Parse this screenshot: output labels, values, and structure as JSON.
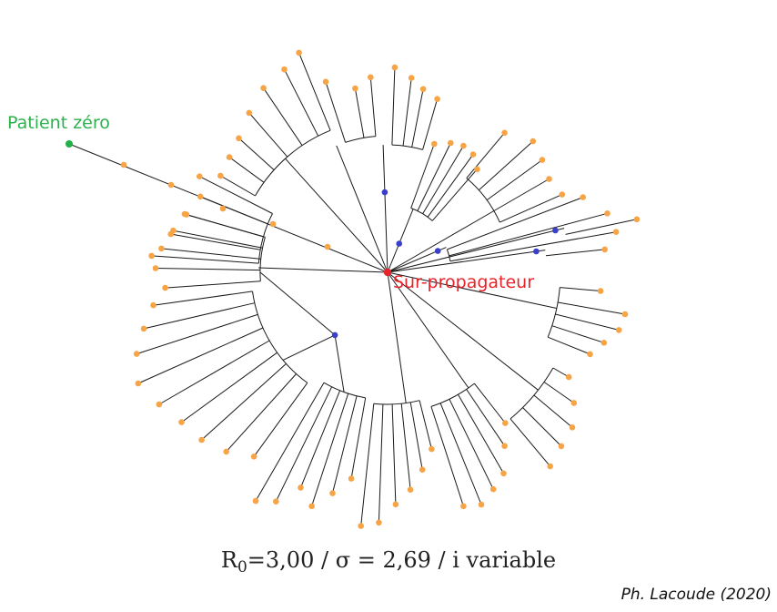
{
  "labels": {
    "patient_zero": "Patient zéro",
    "super_spreader": "Sur-propagateur"
  },
  "caption": {
    "r_symbol": "R",
    "r_sub": "0",
    "r_rest": "=3,00 / σ = 2,69 / i variable"
  },
  "credit": "Ph. Lacoude (2020)",
  "colors": {
    "patient_zero": "#22b04b",
    "super_spreader": "#e8232a",
    "case_node": "#f7a446",
    "intermediate_node": "#3a3fc8",
    "edge": "#1a1a1a"
  }
}
